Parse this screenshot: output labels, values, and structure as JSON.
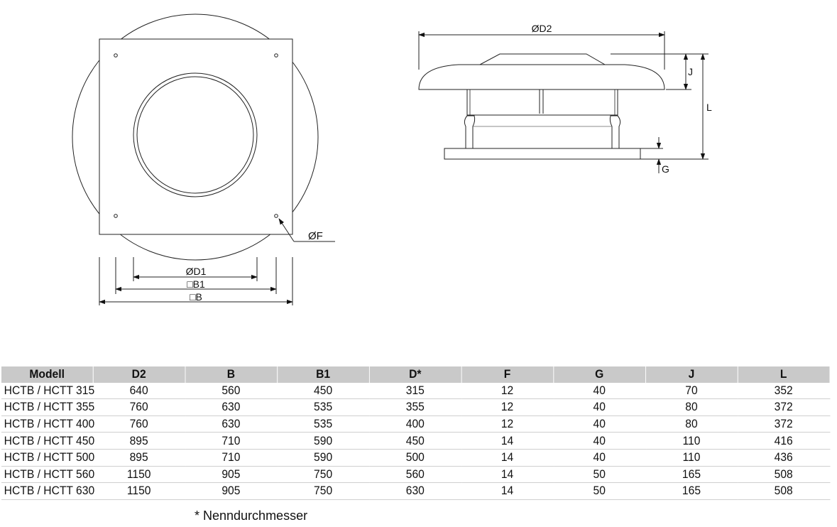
{
  "drawing": {
    "top_view": {
      "labels": {
        "d1": "ØD1",
        "b1": "□B1",
        "b": "□B",
        "f": "ØF"
      }
    },
    "side_view": {
      "labels": {
        "d2": "ØD2",
        "j": "J",
        "l": "L",
        "g": "G"
      }
    }
  },
  "table": {
    "headers": [
      "Modell",
      "D2",
      "B",
      "B1",
      "D*",
      "F",
      "G",
      "J",
      "L"
    ],
    "rows": [
      [
        "HCTB / HCTT 315",
        "640",
        "560",
        "450",
        "315",
        "12",
        "40",
        "70",
        "352"
      ],
      [
        "HCTB / HCTT 355",
        "760",
        "630",
        "535",
        "355",
        "12",
        "40",
        "80",
        "372"
      ],
      [
        "HCTB / HCTT 400",
        "760",
        "630",
        "535",
        "400",
        "12",
        "40",
        "80",
        "372"
      ],
      [
        "HCTB / HCTT 450",
        "895",
        "710",
        "590",
        "450",
        "14",
        "40",
        "110",
        "416"
      ],
      [
        "HCTB / HCTT 500",
        "895",
        "710",
        "590",
        "500",
        "14",
        "40",
        "110",
        "436"
      ],
      [
        "HCTB / HCTT 560",
        "1150",
        "905",
        "750",
        "560",
        "14",
        "50",
        "165",
        "508"
      ],
      [
        "HCTB / HCTT 630",
        "1150",
        "905",
        "750",
        "630",
        "14",
        "50",
        "165",
        "508"
      ]
    ],
    "header_color": "#c9c9c9"
  },
  "footnote": "* Nenndurchmesser"
}
